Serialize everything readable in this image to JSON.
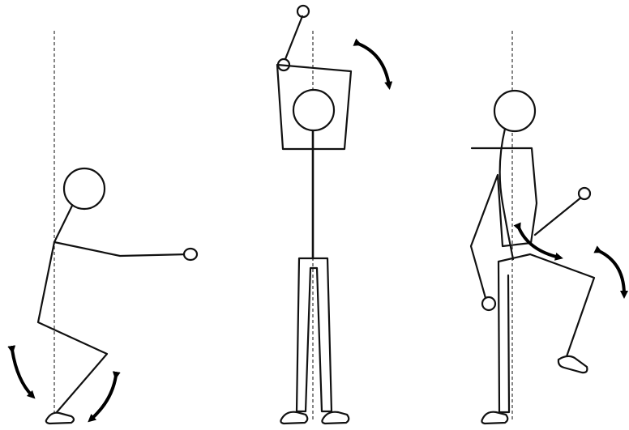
{
  "figure": {
    "panels": [
      {
        "pose": "squat-arms-forward"
      },
      {
        "pose": "arm-raised-overhead"
      },
      {
        "pose": "single-knee-raise"
      }
    ],
    "colors": {
      "background": "#ffffff",
      "line": "#111111",
      "arrow": "#000000"
    },
    "icons": [
      "rotation-arrow-icon",
      "dashed-reference-line"
    ]
  }
}
